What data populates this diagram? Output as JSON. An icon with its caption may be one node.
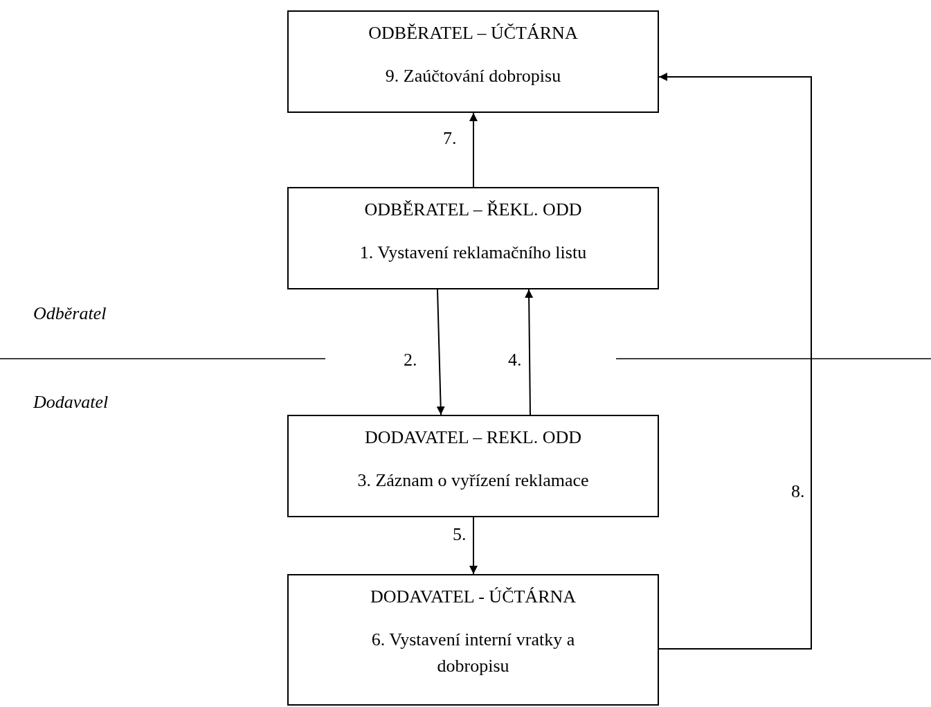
{
  "diagram": {
    "nodes": [
      {
        "text": [
          "ODBĚRATEL – ÚČTÁRNA",
          "9. Zaúčtování dobropisu"
        ]
      },
      {
        "text": [
          "ODBĚRATEL – ŘEKL. ODD",
          "1. Vystavení reklamačního listu"
        ]
      },
      {
        "text": [
          "DODAVATEL – REKL. ODD",
          "3. Záznam o vyřízení reklamace"
        ]
      },
      {
        "text": [
          "DODAVATEL - ÚČTÁRNA",
          "6. Vystavení interní vratky a dobropisu"
        ]
      }
    ],
    "edges": [
      {
        "from": 1,
        "to": 0,
        "arrow": "to",
        "label": "7."
      },
      {
        "from": 1,
        "to": 2,
        "arrow": "to",
        "label": "2."
      },
      {
        "from": 2,
        "to": 1,
        "arrow": "to",
        "label": "4."
      },
      {
        "from": 2,
        "to": 3,
        "arrow": "to",
        "label": "5."
      },
      {
        "from": 3,
        "to": 0,
        "arrow": "to",
        "label": "8."
      }
    ],
    "labels": [
      "Odběratel",
      "Dodavatel"
    ]
  }
}
